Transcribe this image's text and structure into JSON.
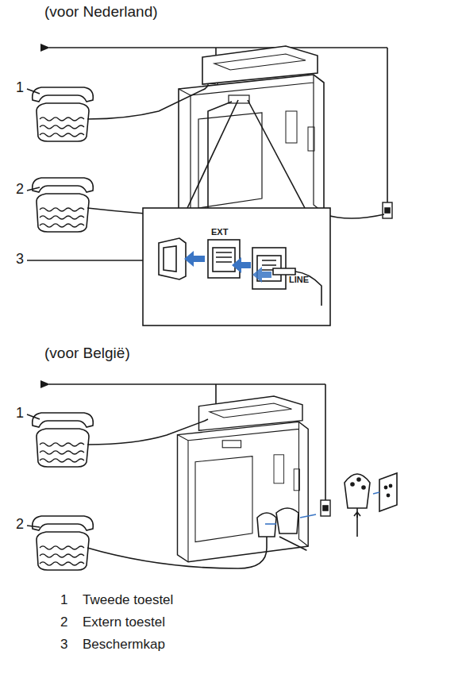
{
  "diagram": {
    "labels": [
      "(voor Nederland)",
      "1",
      "2",
      "3",
      "EXT",
      "LINE",
      "(voor België)",
      "1",
      "2",
      "1",
      "Tweede toestel",
      "2",
      "Extern toestel",
      "3",
      "Beschermkap"
    ]
  }
}
